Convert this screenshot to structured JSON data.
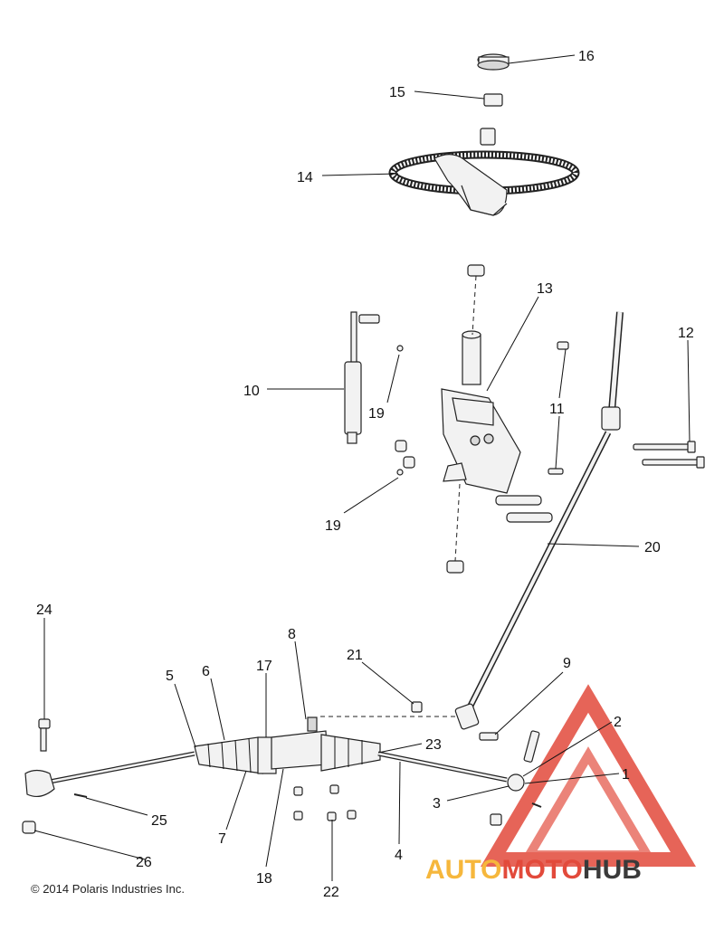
{
  "diagram": {
    "callouts": [
      {
        "id": "16",
        "label": "16"
      },
      {
        "id": "15",
        "label": "15"
      },
      {
        "id": "14",
        "label": "14"
      },
      {
        "id": "13",
        "label": "13"
      },
      {
        "id": "12",
        "label": "12"
      },
      {
        "id": "10",
        "label": "10"
      },
      {
        "id": "19a",
        "label": "19"
      },
      {
        "id": "11",
        "label": "11"
      },
      {
        "id": "19b",
        "label": "19"
      },
      {
        "id": "20",
        "label": "20"
      },
      {
        "id": "24",
        "label": "24"
      },
      {
        "id": "8",
        "label": "8"
      },
      {
        "id": "21",
        "label": "21"
      },
      {
        "id": "9",
        "label": "9"
      },
      {
        "id": "5",
        "label": "5"
      },
      {
        "id": "6",
        "label": "6"
      },
      {
        "id": "17",
        "label": "17"
      },
      {
        "id": "2",
        "label": "2"
      },
      {
        "id": "23",
        "label": "23"
      },
      {
        "id": "1",
        "label": "1"
      },
      {
        "id": "3",
        "label": "3"
      },
      {
        "id": "25",
        "label": "25"
      },
      {
        "id": "7",
        "label": "7"
      },
      {
        "id": "26",
        "label": "26"
      },
      {
        "id": "4",
        "label": "4"
      },
      {
        "id": "18",
        "label": "18"
      },
      {
        "id": "22",
        "label": "22"
      }
    ]
  },
  "footer": {
    "copyright": "© 2014 Polaris Industries Inc."
  },
  "watermark": {
    "part1": "AUTO",
    "part2": "MOTO",
    "part3": "HUB",
    "colors": {
      "auto": "#f6b73c",
      "moto": "#e24a3b",
      "hub": "#3a3a3a",
      "triangle": "#e24a3b"
    }
  }
}
